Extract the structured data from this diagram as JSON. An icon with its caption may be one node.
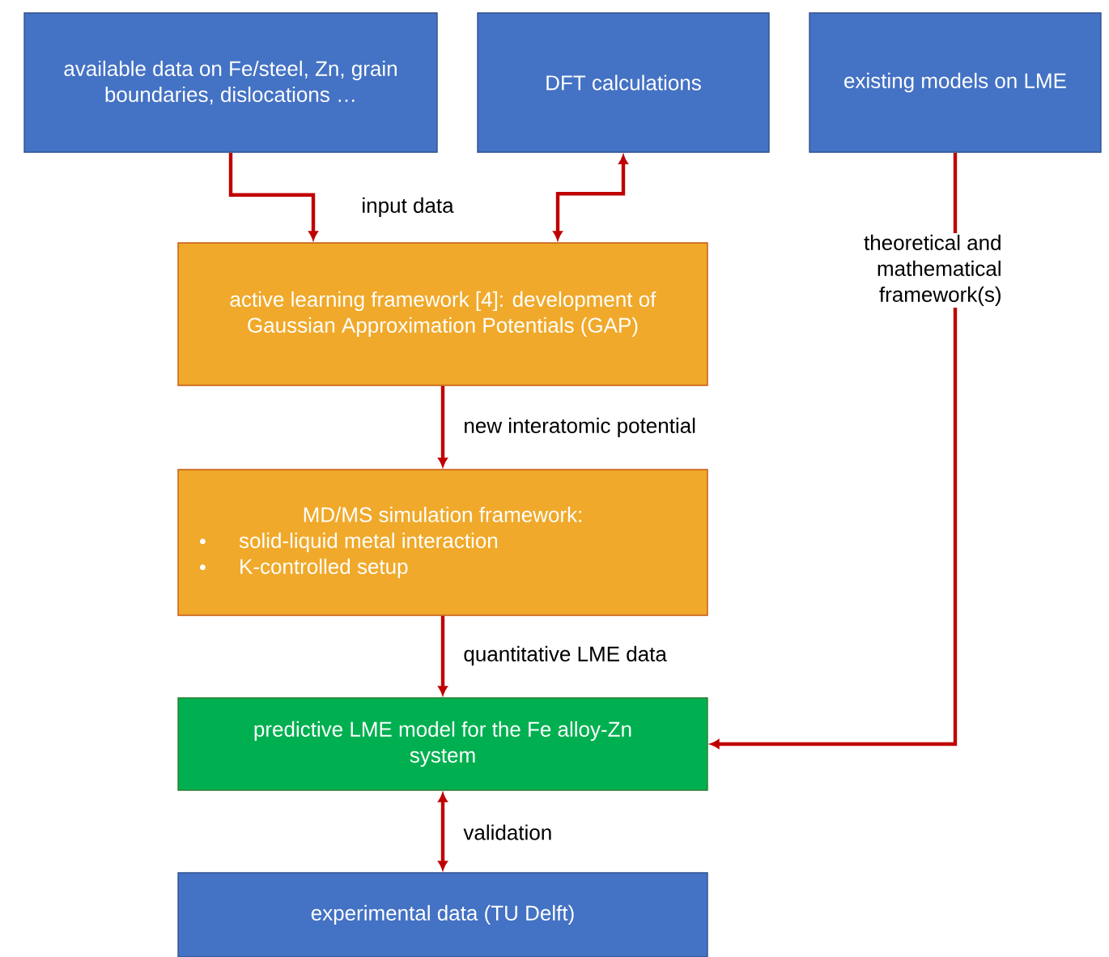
{
  "diagram": {
    "nodes": [
      {
        "text": [
          "available data on Fe/steel, Zn, grain boundaries, dislocations …"
        ]
      },
      {
        "text": [
          "DFT calculations"
        ]
      },
      {
        "text": [
          "existing models on LME"
        ]
      },
      {
        "text": [
          "active learning framework [4]: development of Gaussian Approximation Potentials (GAP)"
        ]
      },
      {
        "text": [
          "MD/MS simulation framework:",
          "solid-liquid metal interaction",
          "K-controlled setup"
        ]
      },
      {
        "text": [
          "predictive LME model for the Fe alloy-Zn system"
        ]
      },
      {
        "text": [
          "experimental data (TU Delft)"
        ]
      }
    ],
    "edges": [
      {
        "from": 0,
        "to": 3,
        "arrow": "to",
        "label": "input data"
      },
      {
        "from": 3,
        "to": 1,
        "arrow": "both"
      },
      {
        "from": 3,
        "to": 4,
        "arrow": "to",
        "label": "new interatomic potential"
      },
      {
        "from": 4,
        "to": 5,
        "arrow": "to",
        "label": "quantitative LME data"
      },
      {
        "from": 2,
        "to": 5,
        "arrow": "to",
        "label": "theoretical and mathematical framework(s)"
      },
      {
        "from": 5,
        "to": 6,
        "arrow": "both",
        "label": "validation"
      }
    ]
  }
}
